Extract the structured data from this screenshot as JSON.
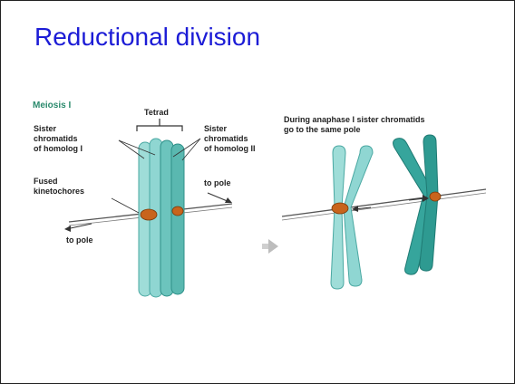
{
  "slide": {
    "title": "Reductional division"
  },
  "figure": {
    "panel_title": "Meiosis I",
    "labels": {
      "tetrad": "Tetrad",
      "sister_chromatids_homolog_1": "Sister\nchromatids\nof homolog I",
      "sister_chromatids_homolog_2": "Sister\nchromatids\nof homolog II",
      "fused_kinetochores": "Fused\nkinetochores",
      "to_pole_left": "to pole",
      "to_pole_right": "to pole",
      "anaphase_caption": "During anaphase I sister chromatids\ngo to the same pole"
    },
    "colors": {
      "homolog_1": "#8fd6d2",
      "homolog_2": "#36a59c",
      "kinetochore": "#c8641c",
      "spindle": "#555555",
      "arrow_grey": "#bdbdbd",
      "title_blue": "#1c1cd6"
    }
  }
}
